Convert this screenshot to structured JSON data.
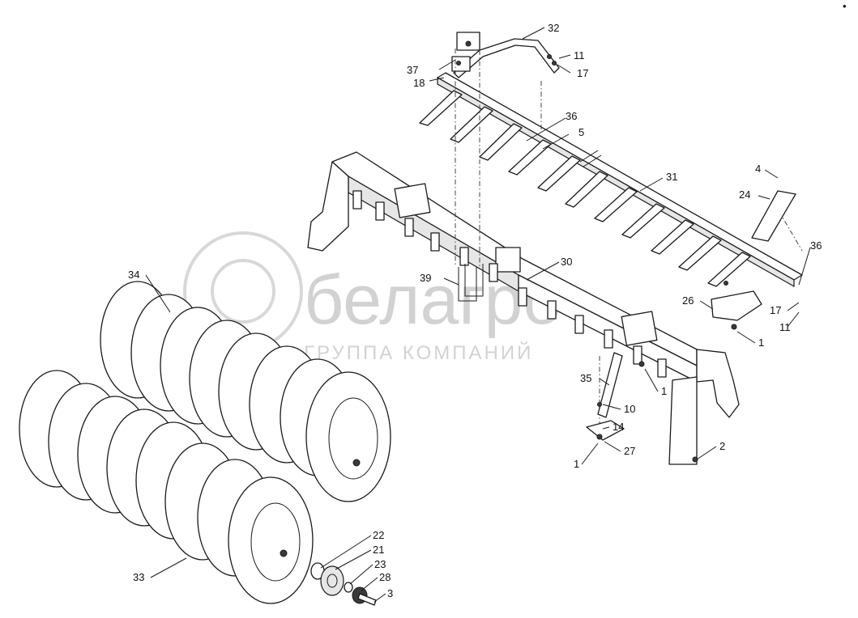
{
  "watermark": {
    "brand": "белагро",
    "tagline": "ГРУППА КОМПАНИЙ",
    "color": "#d2d2d2"
  },
  "corner_mark": "•",
  "callouts": [
    "32",
    "11",
    "37",
    "17",
    "18",
    "36",
    "5",
    "31",
    "4",
    "24",
    "36",
    "39",
    "30",
    "34",
    "26",
    "17",
    "11",
    "1",
    "35",
    "1",
    "10",
    "14",
    "27",
    "1",
    "2",
    "22",
    "21",
    "23",
    "28",
    "3",
    "33"
  ],
  "colors": {
    "line": "#1a1a1a",
    "background": "#ffffff"
  }
}
